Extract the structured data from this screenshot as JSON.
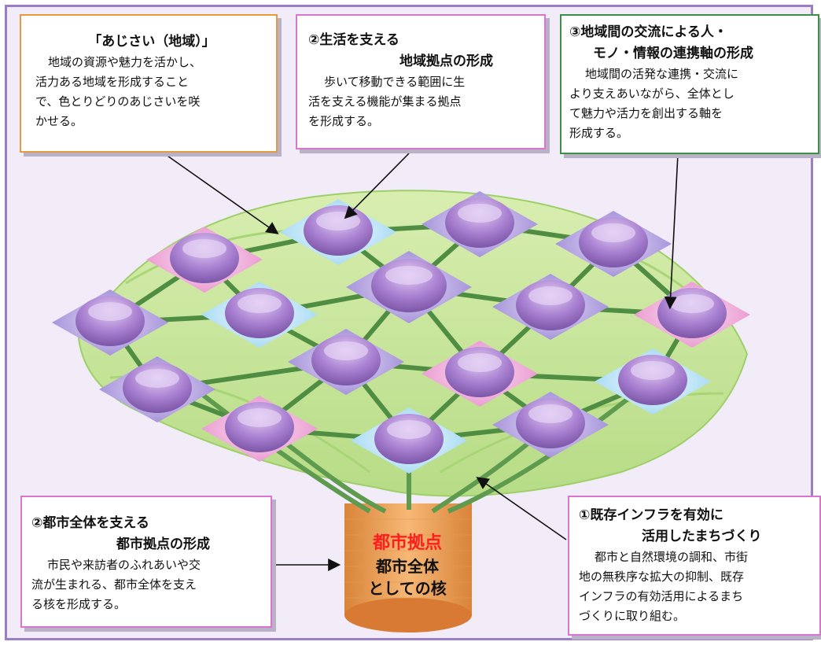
{
  "colors": {
    "frame_border": "#9a7fc4",
    "background": "#f1ecf8",
    "leaf": "#c9e59a",
    "stem": "#4f8d43",
    "flower_purple": "#a77ed0",
    "flower_blue": "#b6e1f7",
    "flower_pink": "#efa8d8",
    "core_trunk": "#f2a457",
    "core_label": "#ff1e1e"
  },
  "callouts": {
    "ajisai": {
      "title": "「あじさい（地域）」",
      "lines": [
        "地域の資源や魅力を活かし、",
        "活力ある地域を形成すること",
        "で、色とりどりのあじさいを咲",
        "かせる。"
      ]
    },
    "life_hub": {
      "title_1": "②生活を支える",
      "title_2": "地域拠点の形成",
      "lines": [
        "歩いて移動できる範囲に生",
        "活を支える機能が集まる拠点",
        "を形成する。"
      ]
    },
    "axis": {
      "title_1": "③地域間の交流による人・",
      "title_2": "モノ・情報の連携軸の形成",
      "lines": [
        "地域間の活発な連携・交流に",
        "より支えあいながら、全体とし",
        "て魅力や活力を創出する軸を",
        "形成する。"
      ]
    },
    "city_hub": {
      "title_1": "②都市全体を支える",
      "title_2": "都市拠点の形成",
      "lines": [
        "市民や来訪者のふれあいや交",
        "流が生まれる、都市全体を支え",
        "る核を形成する。"
      ]
    },
    "infra": {
      "title_1": "①既存インフラを有効に",
      "title_2": "活用したまちづくり",
      "lines": [
        "都市と自然環境の調和、市街",
        "地の無秩序な拡大の抑制、既存",
        "インフラの有効活用によるまち",
        "づくりに取り組む。"
      ]
    }
  },
  "core": {
    "title": "都市拠点",
    "sub_1": "都市全体",
    "sub_2": "としての核"
  }
}
